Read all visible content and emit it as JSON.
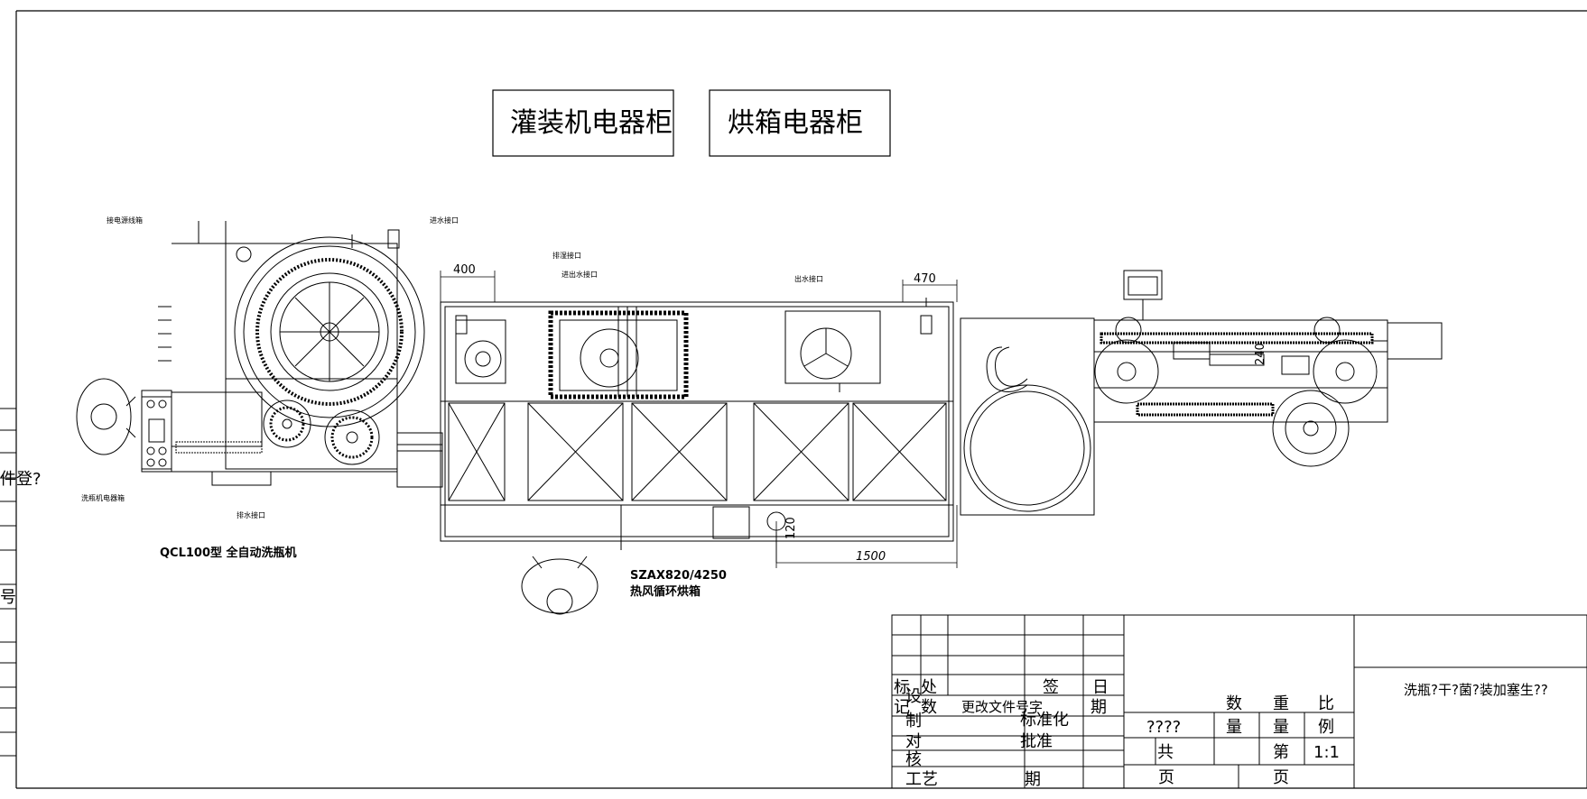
{
  "cabinets": {
    "filling": "灌装机电器柜",
    "oven": "烘箱电器柜"
  },
  "machines": {
    "washer_model": "QCL100型 全自动洗瓶机",
    "oven_model": "SZAX820/4250",
    "oven_name": "热风循环烘箱"
  },
  "annotations": {
    "exhaust_port": "排湿接口",
    "inlet_port": "进出水接口",
    "outlet_port": "出水接口",
    "drain_port": "排水接口",
    "inlet_port_mirror": "进水接口",
    "power_box": "洗瓶机电器箱",
    "fiber_cable": "接电源线箱"
  },
  "dimensions": {
    "d400": "400",
    "d470": "470",
    "d1500": "1500",
    "d120": "120",
    "d240": "240"
  },
  "left_margin": {
    "item_reg": "件登?",
    "number": "号"
  },
  "title_block": {
    "mark": "标",
    "place": "处",
    "sign": "签",
    "day": "日",
    "record": "记",
    "count": "数",
    "change_doc": "更改文件号字",
    "period": "期",
    "design": "设",
    "standardize": "标准化",
    "drawing": "制",
    "proofread": "对",
    "check": "核",
    "approve": "批准",
    "process": "工艺",
    "date": "期",
    "quantity": "数",
    "weight": "重",
    "scale": "比",
    "unknown": "????",
    "qty": "量",
    "wt": "量",
    "ratio": "例",
    "total": "共",
    "no": "第",
    "scale_value": "1:1",
    "page1": "页",
    "page2": "页",
    "drawing_title": "洗瓶?干?菌?装加塞生??"
  }
}
